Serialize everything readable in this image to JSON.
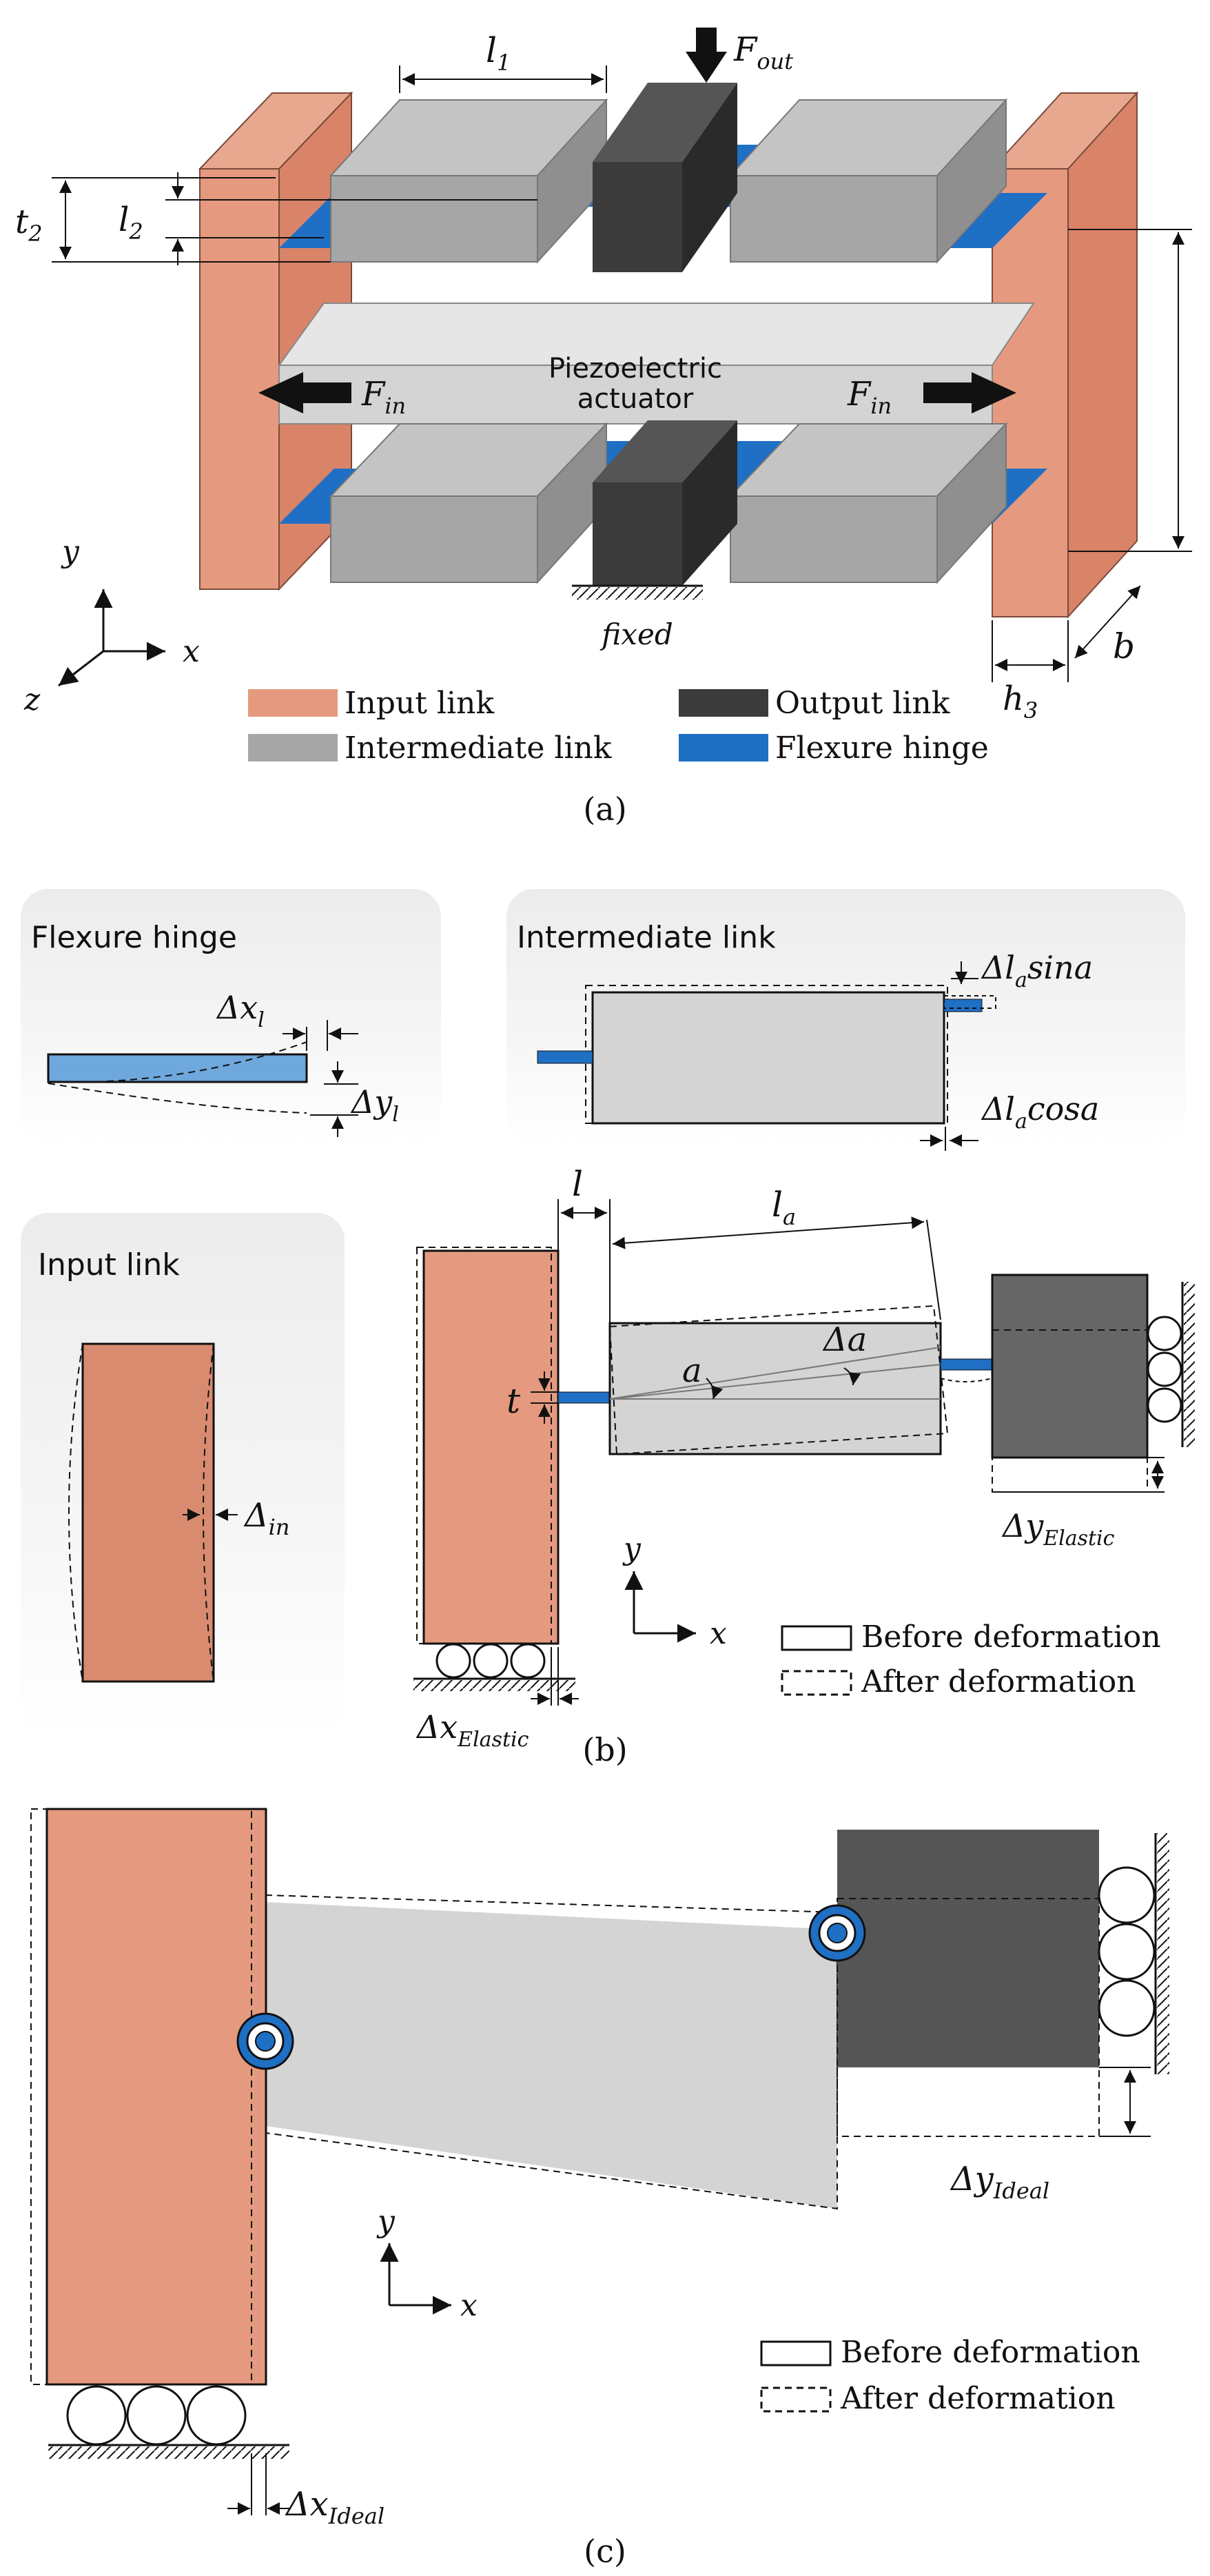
{
  "colors": {
    "input_link": "#e59a7f",
    "intermediate_link": "#a6a6a6",
    "output_link": "#3b3b3b",
    "flexure_hinge": "#1f6fc4",
    "actuator": "#d4d4d4"
  },
  "panel_a": {
    "caption": "(a)",
    "actuator_line1": "Piezoelectric",
    "actuator_line2": "actuator",
    "f_out_main": "F",
    "f_out_sub": "out",
    "f_in_main": "F",
    "f_in_sub": "in",
    "fixed": "fixed",
    "dim_l1_main": "l",
    "dim_l1_sub": "1",
    "dim_l2_main": "l",
    "dim_l2_sub": "2",
    "dim_t2_main": "t",
    "dim_t2_sub": "2",
    "dim_h3_main": "h",
    "dim_h3_sub": "3",
    "dim_b": "b",
    "axis_x": "x",
    "axis_y": "y",
    "axis_z": "z",
    "legend": [
      {
        "label": "Input link",
        "color_key": "input_link"
      },
      {
        "label": "Output link",
        "color_key": "output_link"
      },
      {
        "label": "Intermediate link",
        "color_key": "intermediate_link"
      },
      {
        "label": "Flexure hinge",
        "color_key": "flexure_hinge"
      }
    ]
  },
  "panel_b": {
    "caption": "(b)",
    "flexure_title": "Flexure hinge",
    "flexure_dx_main": "Δx",
    "flexure_dx_sub": "l",
    "flexure_dy_main": "Δy",
    "flexure_dy_sub": "l",
    "intermediate_title": "Intermediate link",
    "inter_sin": "Δl",
    "inter_sin_sub": "a",
    "inter_sin_tail": "sina",
    "inter_cos": "Δl",
    "inter_cos_sub": "a",
    "inter_cos_tail": "cosa",
    "input_title": "Input link",
    "input_delta_main": "Δ",
    "input_delta_sub": "in",
    "dim_l": "l",
    "dim_la_main": "l",
    "dim_la_sub": "a",
    "dim_t": "t",
    "angle_a": "a",
    "angle_da": "Δa",
    "dx_elastic_main": "Δx",
    "dx_elastic_sub": "Elastic",
    "dy_elastic_main": "Δy",
    "dy_elastic_sub": "Elastic",
    "axis_x": "x",
    "axis_y": "y",
    "legend_before": "Before deformation",
    "legend_after": "After deformation"
  },
  "panel_c": {
    "caption": "(c)",
    "dx_ideal_main": "Δx",
    "dx_ideal_sub": "Ideal",
    "dy_ideal_main": "Δy",
    "dy_ideal_sub": "Ideal",
    "axis_x": "x",
    "axis_y": "y",
    "legend_before": "Before deformation",
    "legend_after": "After deformation"
  }
}
